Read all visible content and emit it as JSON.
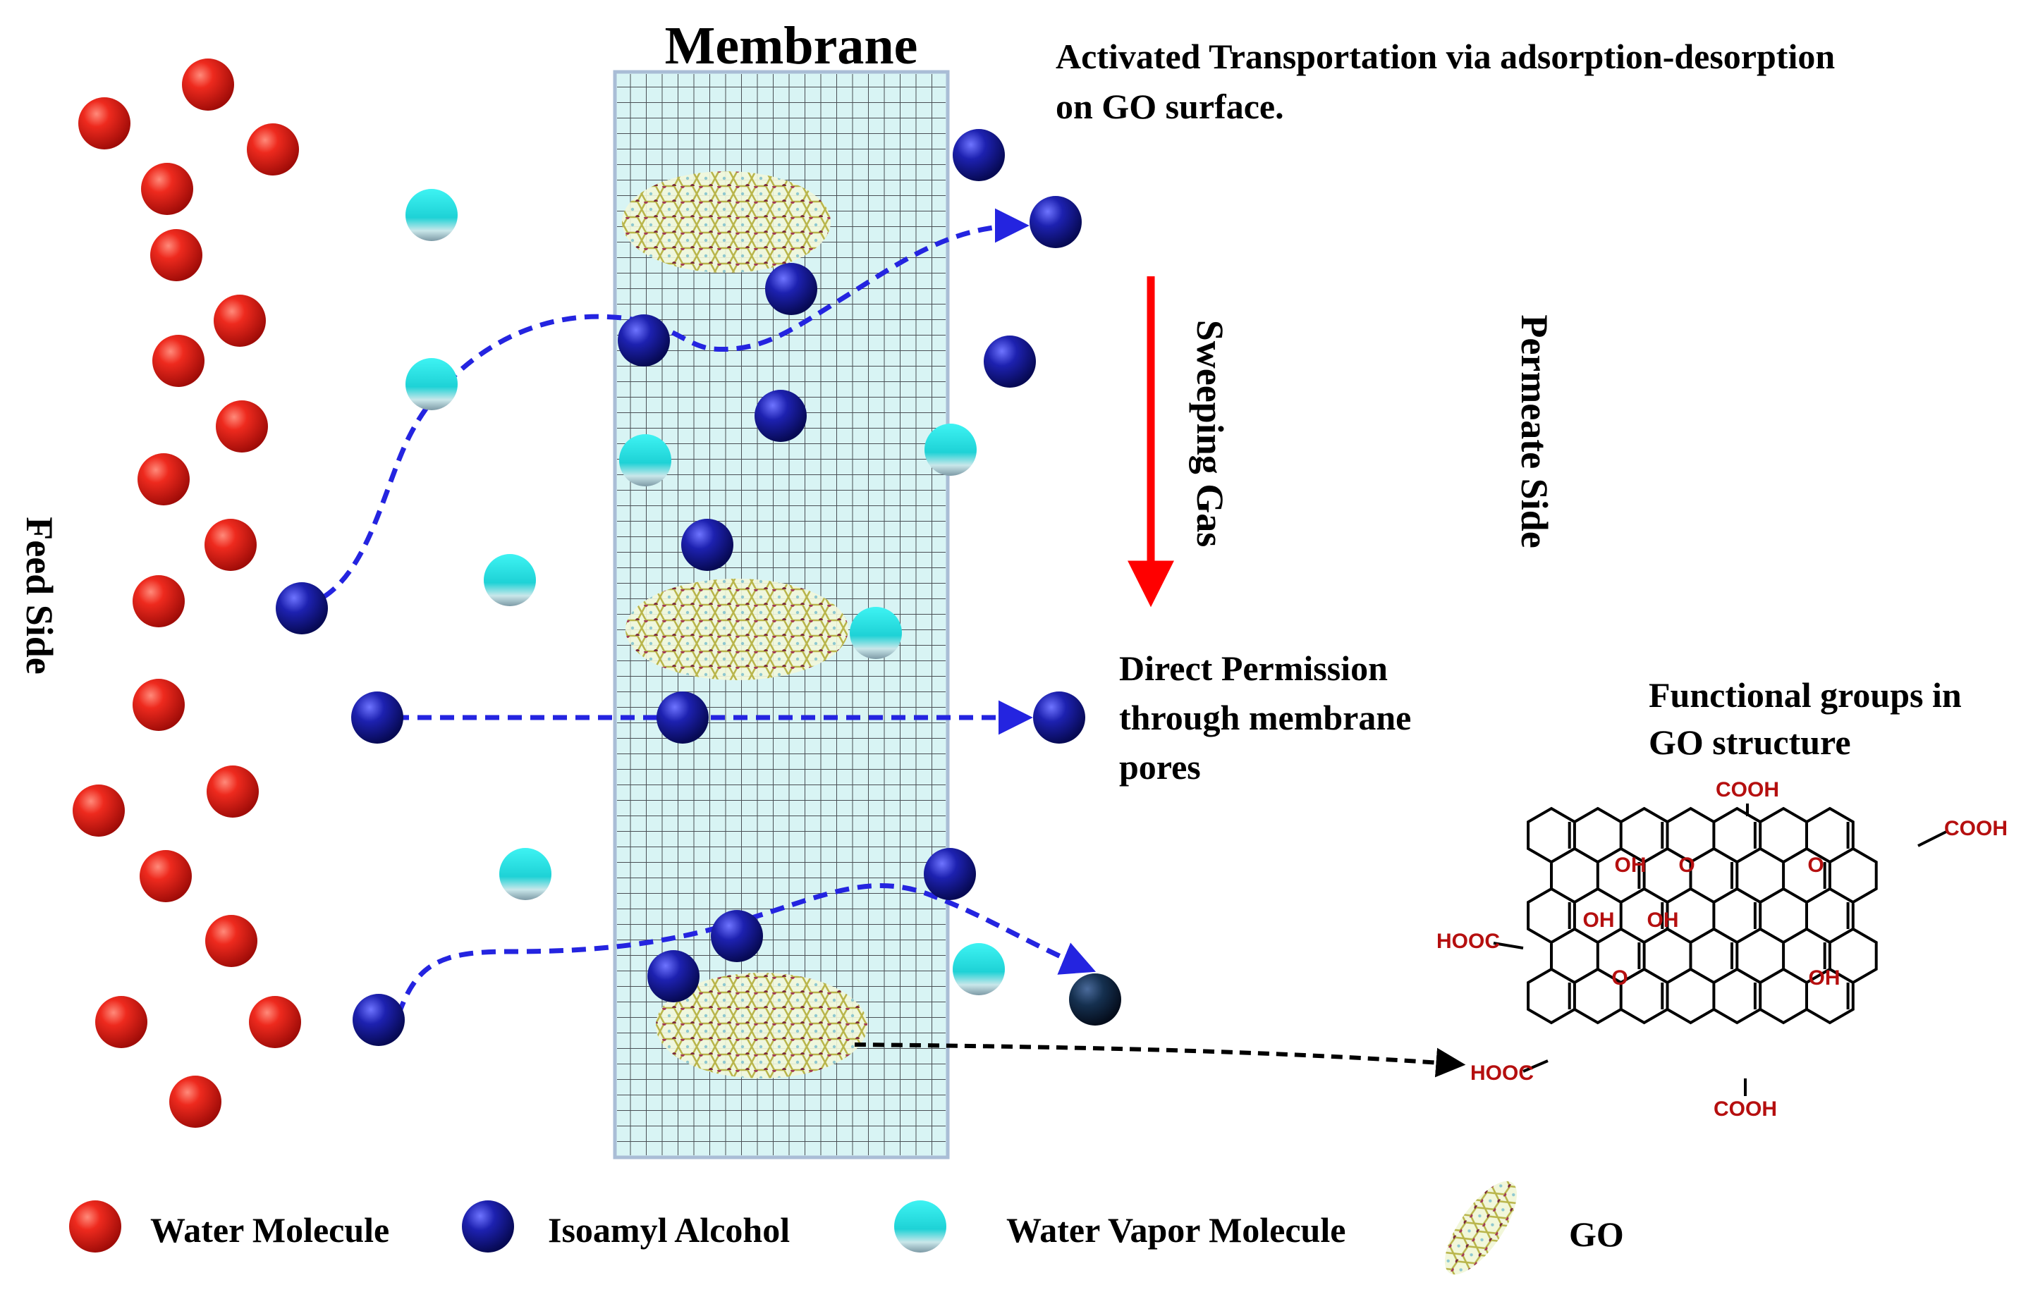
{
  "membrane": {
    "title": "Membrane"
  },
  "sides": {
    "feed": "Feed Side",
    "permeate": "Permeate Side"
  },
  "sweeping_gas": {
    "label": "Sweeping Gas"
  },
  "annotations": {
    "activated_line1": "Activated Transportation via adsorption-desorption",
    "activated_line2": "on GO  surface.",
    "direct_line1": "Direct Permission",
    "direct_line2": "through membrane",
    "direct_line3": "pores",
    "functional_line1": "Functional groups in",
    "functional_line2": "GO structure"
  },
  "go_structure": {
    "groups": [
      "COOH",
      "COOH",
      "OH",
      "O",
      "O",
      "OH",
      "OH",
      "HOOC",
      "O",
      "OH",
      "HOOC",
      "COOH"
    ]
  },
  "legend": {
    "items": [
      {
        "label": "Water Molecule",
        "color": "#e8231c"
      },
      {
        "label": "Isoamyl Alcohol",
        "color": "#1b1fa8"
      },
      {
        "label": "Water Vapor Molecule",
        "color": "#2ee0e0"
      },
      {
        "label": "GO",
        "color": "#c9c35a"
      }
    ]
  },
  "colors": {
    "water": "#e8231c",
    "alcohol": "#1b1fa8",
    "vapor": "#2ee0e0",
    "membrane": "#d6f3f3",
    "grid": "#3a3f44",
    "arrow_path": "#2424e0",
    "sweep_arrow": "#ff0000",
    "chem_label": "#b50f0f"
  }
}
